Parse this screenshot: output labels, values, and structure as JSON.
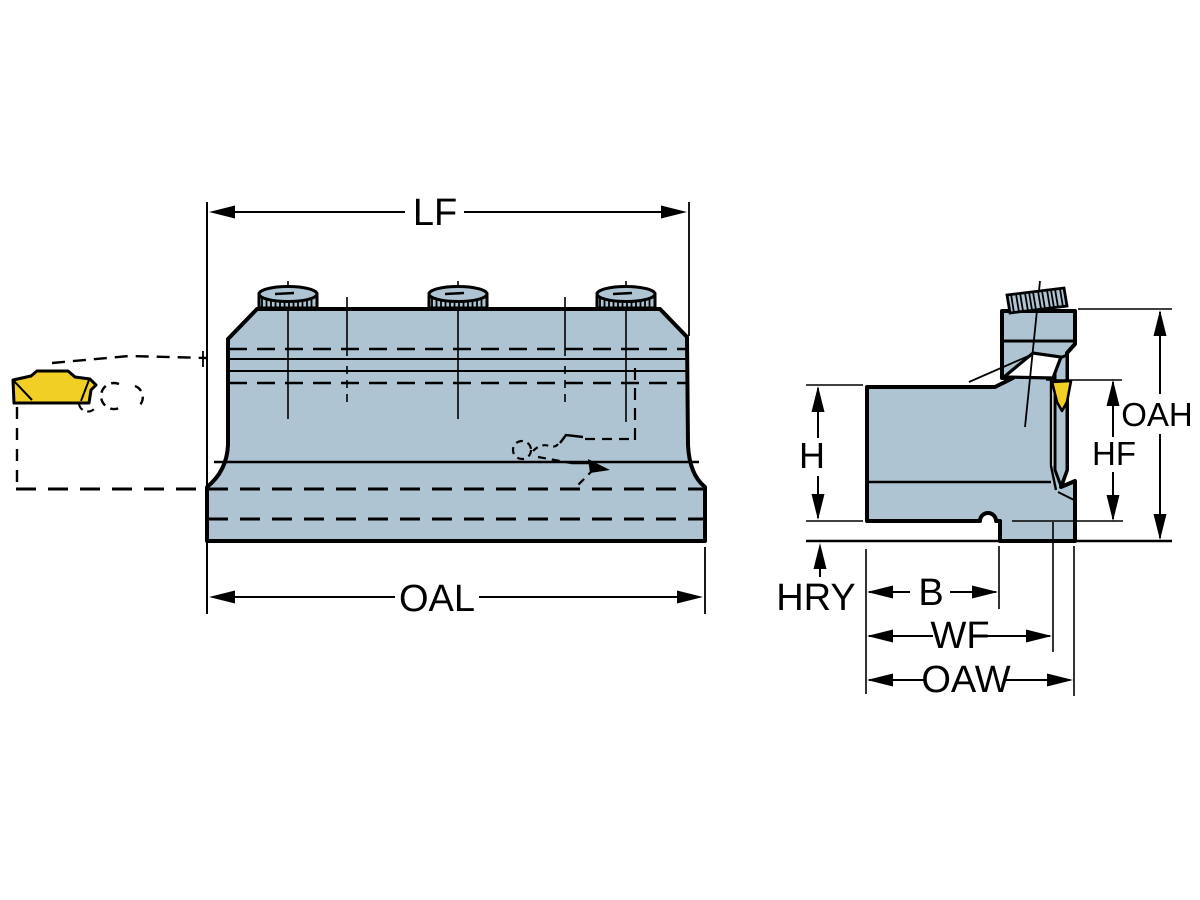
{
  "drawing": {
    "type": "engineering-drawing",
    "subject": "Tool holder block with grooving insert - front and side orthographic views with dimension callouts",
    "dims": {
      "lf": "LF",
      "oal": "OAL",
      "h": "H",
      "hry": "HRY",
      "b": "B",
      "wf": "WF",
      "oaw": "OAW",
      "oah": "OAH",
      "hf": "HF"
    },
    "colors": {
      "body": "#afc4d2",
      "insert": "#f2cf24",
      "outline": "#000000",
      "background": "#ffffff"
    }
  }
}
